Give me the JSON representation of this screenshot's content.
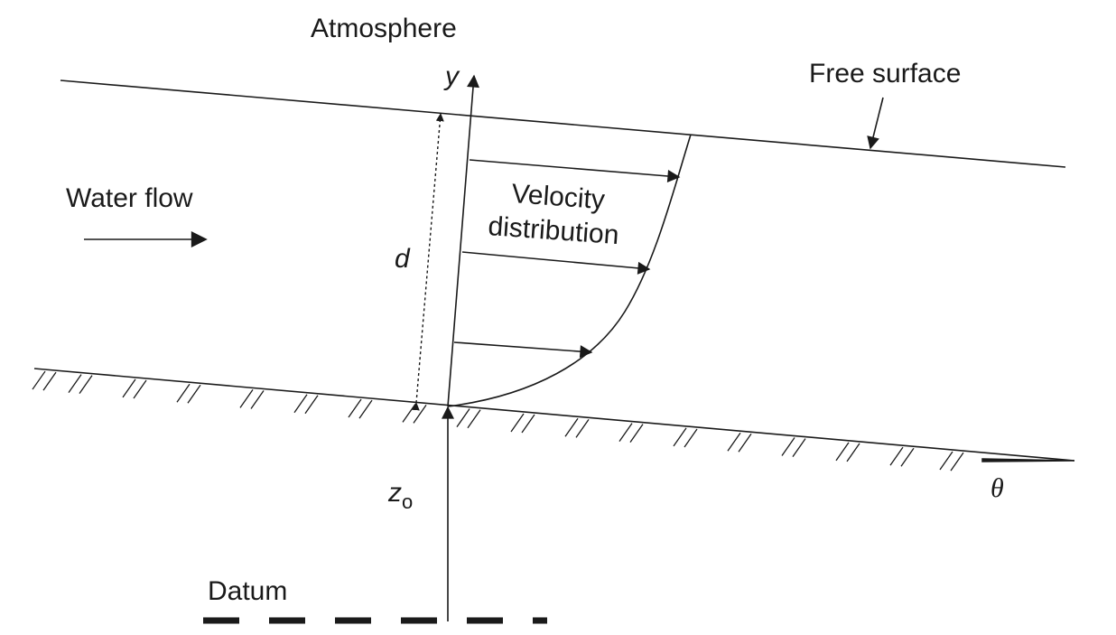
{
  "labels": {
    "atmosphere": "Atmosphere",
    "free_surface": "Free surface",
    "water_flow": "Water flow",
    "velocity_line1": "Velocity",
    "velocity_line2": "distribution",
    "y_axis": "y",
    "depth": "d",
    "z": "z",
    "z_subscript": "o",
    "theta": "θ",
    "datum": "Datum"
  }
}
